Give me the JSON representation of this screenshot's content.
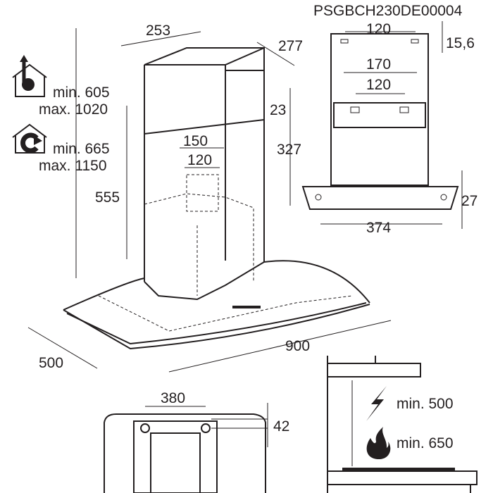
{
  "model_code": "PSGBCH230DE00004",
  "main_view": {
    "chimney_width": "253",
    "chimney_depth": "277",
    "duct_outer": "150",
    "duct_inner": "120",
    "chimney_height": "555",
    "hood_width": "900",
    "hood_depth": "500"
  },
  "extraction_mode": {
    "icon": "ducted-extraction-icon",
    "min": "min. 605",
    "max": "max. 1020"
  },
  "recirculation_mode": {
    "icon": "recirculation-icon",
    "min": "min. 665",
    "max": "max. 1150"
  },
  "bracket_view": {
    "top_spacing": "120",
    "top_offset": "15,6",
    "bracket_outer": "170",
    "bracket_inner": "120",
    "bracket_offset": "23",
    "bracket_height": "327",
    "base_height": "27",
    "base_hole_spacing": "374"
  },
  "rear_view": {
    "hole_spacing": "380",
    "hole_height": "42"
  },
  "clearance": {
    "electric": {
      "icon": "lightning-icon",
      "label": "min. 500"
    },
    "gas": {
      "icon": "flame-icon",
      "label": "min. 650"
    }
  }
}
